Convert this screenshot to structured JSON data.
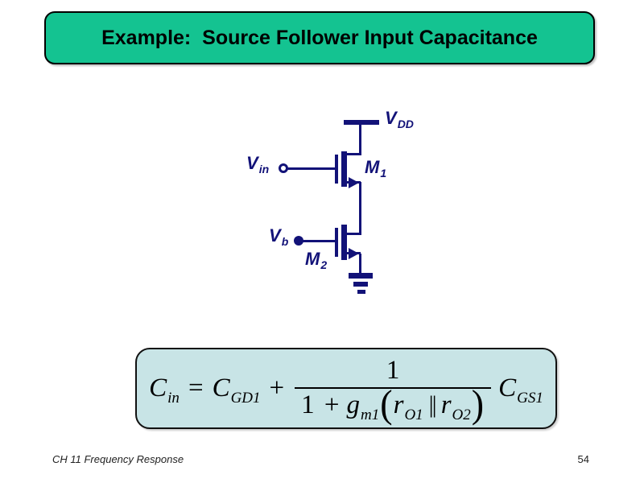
{
  "title": {
    "text": "Example:  Source Follower Input Capacitance"
  },
  "colors": {
    "banner_green": "#14c391",
    "circuit_navy": "#121278",
    "formula_bg": "#c8e4e6"
  },
  "circuit": {
    "vdd": {
      "base": "V",
      "sub": "DD"
    },
    "vin": {
      "base": "V",
      "sub": "in"
    },
    "vb": {
      "base": "V",
      "sub": "b"
    },
    "m1": {
      "base": "M",
      "sub": "1"
    },
    "m2": {
      "base": "M",
      "sub": "2"
    }
  },
  "formula": {
    "lhs_base": "C",
    "lhs_sub": "in",
    "equals": "=",
    "term1_base": "C",
    "term1_sub": "GD1",
    "plus": "+",
    "numerator": "1",
    "den_prefix": "1 +",
    "gm_base": "g",
    "gm_sub": "m1",
    "lparen": "(",
    "ro1_base": "r",
    "ro1_sub": "O1",
    "parallel": "||",
    "ro2_base": "r",
    "ro2_sub": "O2",
    "rparen": ")",
    "term2_base": "C",
    "term2_sub": "GS1"
  },
  "footer": {
    "left": "CH 11 Frequency Response",
    "page": "54"
  }
}
